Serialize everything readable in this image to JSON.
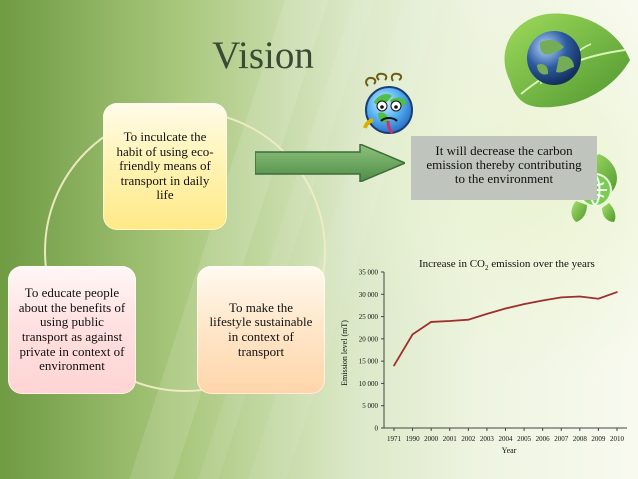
{
  "slide": {
    "title": "Vision"
  },
  "cycle": {
    "top_box": "To inculcate the habit of using eco-friendly means of transport in daily life",
    "right_box": "To make the lifestyle sustainable in context of transport",
    "left_box": "To educate people about the benefits of using public transport as against private in context of environment"
  },
  "info_box": {
    "text": "It will decrease the carbon emission thereby contributing to the environment"
  },
  "chart_data": {
    "type": "line",
    "title": "Increase in CO2 emission over the years",
    "title_parts": {
      "prefix": "Increase in CO",
      "subscript": "2",
      "suffix": " emission over the years"
    },
    "xlabel": "Year",
    "ylabel": "Emission level (mT)",
    "categories": [
      "1971",
      "1990",
      "2000",
      "2001",
      "2002",
      "2003",
      "2004",
      "2005",
      "2006",
      "2007",
      "2008",
      "2009",
      "2010"
    ],
    "values": [
      14000,
      21000,
      23800,
      24000,
      24300,
      25600,
      26800,
      27800,
      28600,
      29300,
      29500,
      29000,
      30500
    ],
    "y_ticks": [
      "0",
      "5 000",
      "10 000",
      "15 000",
      "20 000",
      "25 000",
      "30 000",
      "35 000"
    ],
    "ylim": [
      0,
      35000
    ],
    "grid": false,
    "line_color": "#9f2e2e"
  },
  "colors": {
    "arrow": "#6aa05d",
    "arrow_border": "#3f6d3c",
    "info_box": "#bfc5bd",
    "title": "#3a4a34"
  },
  "icons": {
    "earth": "sad-earth-icon",
    "leaf_globe_top": "leaf-globe-icon",
    "leaf_globe_side": "leaf-globe-small-icon",
    "arrow": "right-arrow-icon"
  }
}
